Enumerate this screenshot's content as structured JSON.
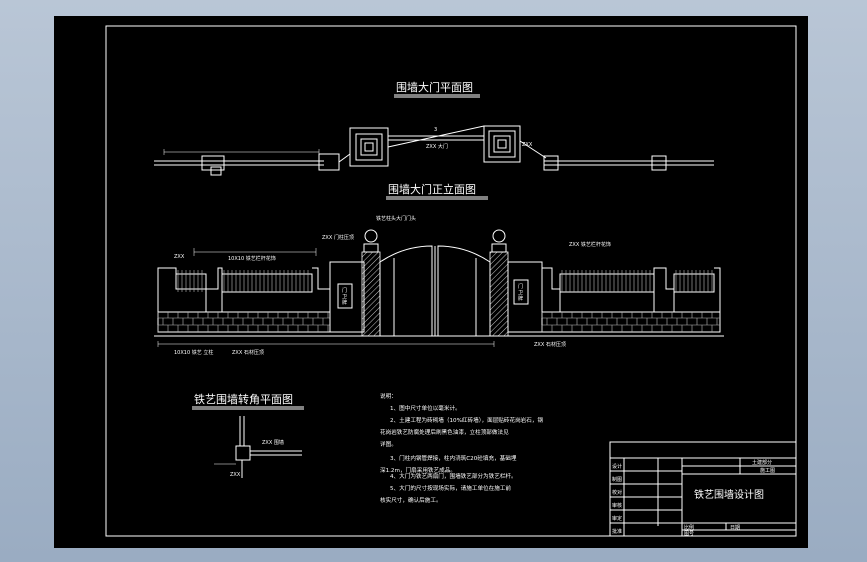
{
  "titles": {
    "plan": "围墙大门平面图",
    "elevation": "围墙大门正立面图",
    "corner": "铁艺围墙转角平面图"
  },
  "gate_sign": [
    "门",
    "卫",
    "牌"
  ],
  "notes": {
    "heading": "说明：",
    "lines": [
      "1、图中尺寸单位以毫米计。",
      "2、土建工程为砖砌墙（10%红砖墙），面层贴砖花岗岩石，钢",
      "花岗岩铁艺防腐处理后刷黑色油漆，立柱顶部做法见",
      "详图。",
      "3、门柱内钢管焊接，柱内浇筑C20砼填充，基础埋",
      "深1.2m，门扇采用铁艺成品。",
      "4、大门为铁艺两扇门，围墙铁艺部分为铁艺栏杆。",
      "5、大门的尺寸按现场实际，请施工单位在施工前",
      "核实尺寸，确认后施工。"
    ]
  },
  "title_block": {
    "drawing_title": "铁艺围墙设计图",
    "company": "土建部分",
    "stage": "施工图",
    "row_labels": [
      "设计",
      "制图",
      "校对",
      "审核",
      "审定",
      "批准"
    ],
    "bottom_labels": [
      "比例",
      "图号",
      "日期"
    ]
  },
  "colors": {
    "background": "#000000",
    "lines": "#ffffff",
    "frame_outer": "#9aacc2"
  }
}
